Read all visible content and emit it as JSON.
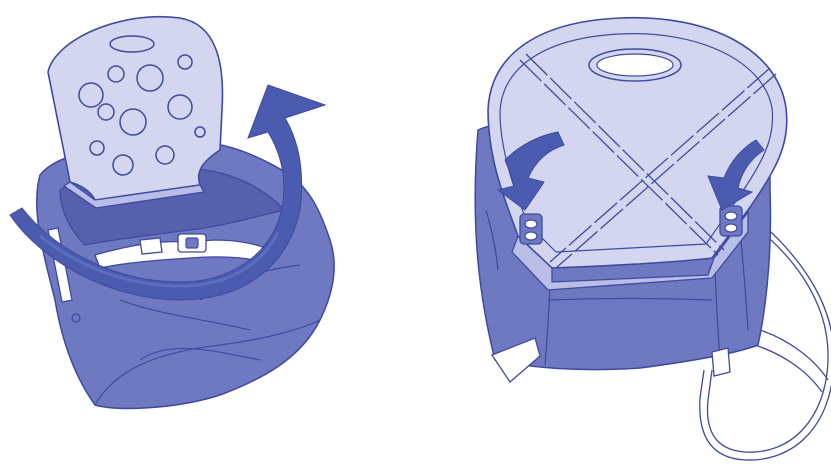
{
  "colors": {
    "background": "#ffffff",
    "bag_fill": "#6f79c2",
    "bag_dark": "#5660ad",
    "outline": "#3e4aa0",
    "board_fill": "#d3d6ee",
    "board_edge": "#b9bee6",
    "arrow_fill": "#4a5bb0",
    "arrow_highlight": "#5d6dc0",
    "strap_white": "#ffffff"
  },
  "illustrations": [
    {
      "id": "left-panel",
      "shows": "board-rotated-into-bag",
      "arrow": "curved-rotation-arrow"
    },
    {
      "id": "right-panel",
      "shows": "board-locked-on-bag",
      "arrows": [
        "down-arrow-left-slot",
        "down-arrow-right-slot"
      ]
    }
  ]
}
